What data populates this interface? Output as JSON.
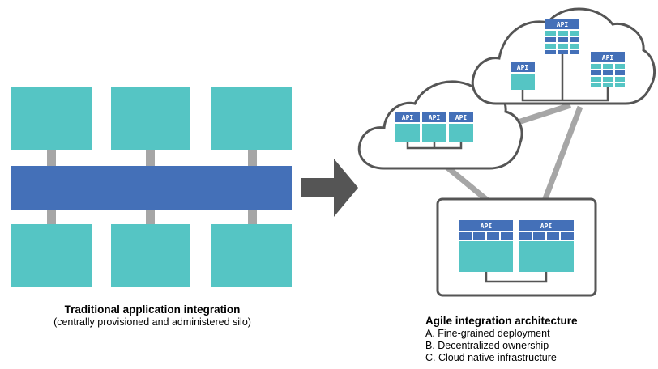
{
  "left_caption": {
    "title": "Traditional application integration",
    "subtitle": "(centrally provisioned and administered silo)"
  },
  "right_caption": {
    "title": "Agile integration architecture",
    "items": [
      "A. Fine-grained deployment",
      "B. Decentralized ownership",
      "C. Cloud native infrastructure"
    ]
  },
  "api_label": "API",
  "colors": {
    "teal": "#55c5c4",
    "blue": "#4470b8",
    "gray_connector": "#a6a6a6",
    "arrow": "#555555",
    "outline": "#555555"
  }
}
